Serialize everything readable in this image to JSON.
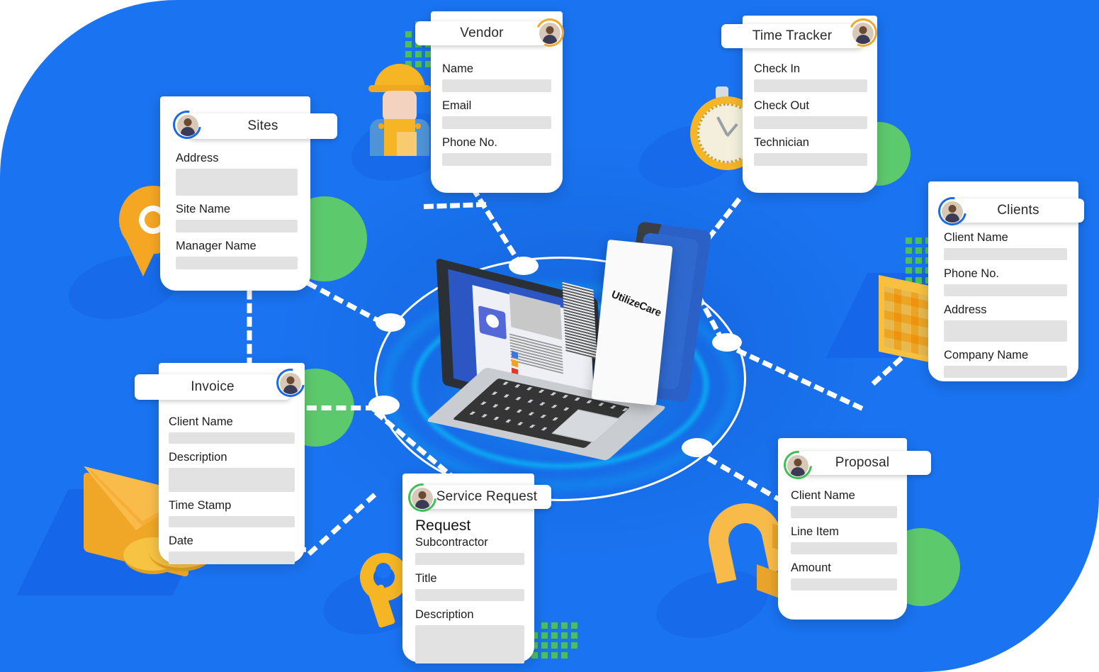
{
  "brand": {
    "name": "UtilizeCare",
    "accent_blue": "#1a73f0",
    "accent_green": "#5dc96d",
    "accent_orange": "#f5a623",
    "card_bg": "#ffffff",
    "field_bg": "#e2e2e2"
  },
  "hub": {
    "device_label": "UtilizeCare"
  },
  "cards": [
    {
      "id": "sites",
      "title": "Sites",
      "avatar_ring": "blue",
      "fields": [
        {
          "label": "Address",
          "value": "",
          "tall": true
        },
        {
          "label": "Site Name",
          "value": "",
          "tall": false
        },
        {
          "label": "Manager Name",
          "value": "",
          "tall": false
        }
      ]
    },
    {
      "id": "vendor",
      "title": "Vendor",
      "avatar_ring": "gold",
      "fields": [
        {
          "label": "Name",
          "value": "",
          "tall": false
        },
        {
          "label": "Email",
          "value": "",
          "tall": false
        },
        {
          "label": "Phone No.",
          "value": "",
          "tall": false
        }
      ]
    },
    {
      "id": "time-tracker",
      "title": "Time Tracker",
      "avatar_ring": "gold",
      "fields": [
        {
          "label": "Check In",
          "value": "",
          "tall": false
        },
        {
          "label": "Check Out",
          "value": "",
          "tall": false
        },
        {
          "label": "Technician",
          "value": "",
          "tall": false
        }
      ]
    },
    {
      "id": "clients",
      "title": "Clients",
      "avatar_ring": "blue",
      "fields": [
        {
          "label": "Client Name",
          "value": "",
          "tall": false
        },
        {
          "label": "Phone No.",
          "value": "",
          "tall": false
        },
        {
          "label": "Address",
          "value": "",
          "tall": true
        },
        {
          "label": "Company Name",
          "value": "",
          "tall": false
        }
      ]
    },
    {
      "id": "invoice",
      "title": "Invoice",
      "avatar_ring": "blue",
      "fields": [
        {
          "label": "Client Name",
          "value": "",
          "tall": false
        },
        {
          "label": "Description",
          "value": "",
          "tall": true
        },
        {
          "label": "Time Stamp",
          "value": "",
          "tall": false
        },
        {
          "label": "Date",
          "value": "",
          "tall": false
        }
      ]
    },
    {
      "id": "service-request",
      "title": "Service Request",
      "avatar_ring": "green",
      "section": "Request",
      "fields": [
        {
          "label": "Subcontractor",
          "value": "",
          "tall": false
        },
        {
          "label": "Title",
          "value": "",
          "tall": false
        },
        {
          "label": "Description",
          "value": "",
          "tall": true
        }
      ]
    },
    {
      "id": "proposal",
      "title": "Proposal",
      "avatar_ring": "green",
      "fields": [
        {
          "label": "Client Name",
          "value": "",
          "tall": false
        },
        {
          "label": "Line Item",
          "value": "",
          "tall": false
        },
        {
          "label": "Amount",
          "value": "",
          "tall": false
        }
      ]
    }
  ],
  "illustrations": [
    {
      "id": "map-pin-icon",
      "near": "sites"
    },
    {
      "id": "construction-worker-icon",
      "near": "vendor"
    },
    {
      "id": "stopwatch-icon",
      "near": "time-tracker"
    },
    {
      "id": "office-building-icon",
      "near": "clients"
    },
    {
      "id": "envelope-with-coins-icon",
      "near": "invoice"
    },
    {
      "id": "magnet-icon",
      "near": "proposal"
    },
    {
      "id": "wrench-icon",
      "near": "service-request"
    },
    {
      "id": "laptop-icon",
      "near": "hub"
    },
    {
      "id": "tablet-icon",
      "near": "hub"
    }
  ]
}
